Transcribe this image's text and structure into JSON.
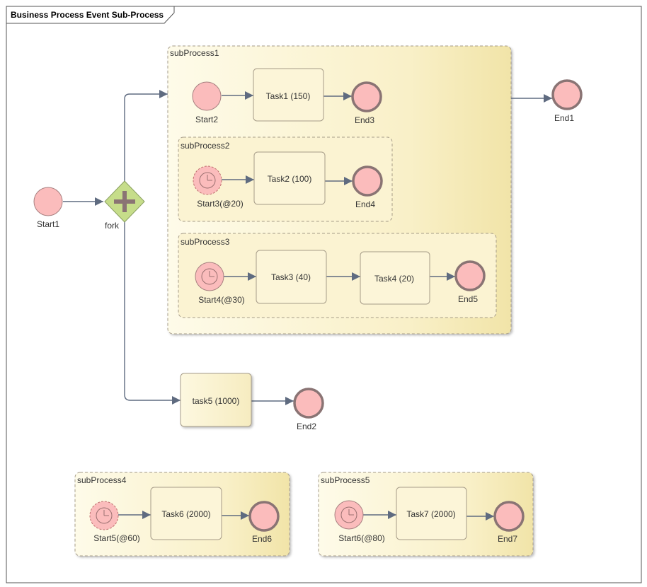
{
  "diagram": {
    "title": "Business Process Event Sub-Process"
  },
  "subprocesses": {
    "sp1": "subProcess1",
    "sp2": "subProcess2",
    "sp3": "subProcess3",
    "sp4": "subProcess4",
    "sp5": "subProcess5"
  },
  "events": {
    "start1": "Start1",
    "start2": "Start2",
    "start3": "Start3(@20)",
    "start4": "Start4(@30)",
    "start5": "Start5(@60)",
    "start6": "Start6(@80)",
    "end1": "End1",
    "end2": "End2",
    "end3": "End3",
    "end4": "End4",
    "end5": "End5",
    "end6": "End6",
    "end7": "End7"
  },
  "gateways": {
    "fork": "fork"
  },
  "tasks": {
    "task1": "Task1 (150)",
    "task2": "Task2 (100)",
    "task3": "Task3 (40)",
    "task4": "Task4 (20)",
    "task5": "task5 (1000)",
    "task6": "Task6 (2000)",
    "task7": "Task7 (2000)"
  },
  "colors": {
    "event_fill": "#fbbcbc",
    "event_stroke": "#a88080",
    "end_stroke": "#8a7474",
    "gateway_fill": "#c6dd8a",
    "gateway_stroke": "#8aa060",
    "connector": "#5f6b80",
    "subprocess_fill": "#fbf3cf",
    "subprocess_stroke": "#a69c88"
  }
}
